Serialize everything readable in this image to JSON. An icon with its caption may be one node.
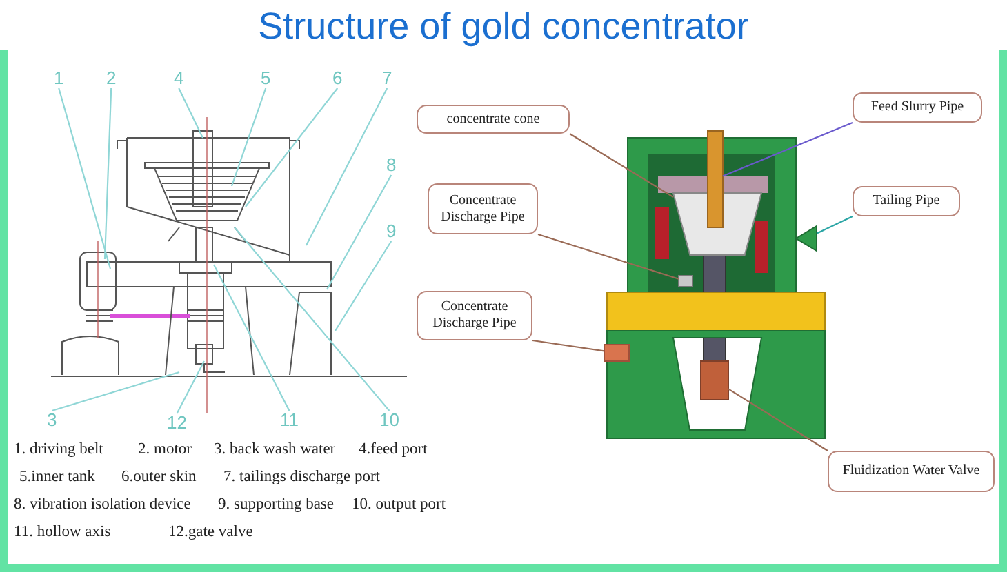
{
  "diagram": {
    "title": "Structure of gold concentrator",
    "nodes": [
      {
        "text": [
          "1"
        ]
      },
      {
        "text": [
          "2"
        ]
      },
      {
        "text": [
          "4"
        ]
      },
      {
        "text": [
          "5"
        ]
      },
      {
        "text": [
          "6"
        ]
      },
      {
        "text": [
          "7"
        ]
      },
      {
        "text": [
          "8"
        ]
      },
      {
        "text": [
          "9"
        ]
      },
      {
        "text": [
          "3"
        ]
      },
      {
        "text": [
          "12"
        ]
      },
      {
        "text": [
          "11"
        ]
      },
      {
        "text": [
          "10"
        ]
      },
      {
        "text": [
          "concentrate cone"
        ]
      },
      {
        "text": [
          "Feed Slurry Pipe"
        ]
      },
      {
        "text": [
          "Concentrate Discharge Pipe"
        ]
      },
      {
        "text": [
          "Tailing Pipe"
        ]
      },
      {
        "text": [
          "Concentrate Discharge Pipe"
        ]
      },
      {
        "text": [
          "Fluidization Water Valve"
        ]
      },
      {
        "text": [],
        "shape": "trapezoid"
      },
      {
        "text": [],
        "shape": "box"
      },
      {
        "text": [],
        "shape": "box"
      },
      {
        "text": [],
        "shape": "triangle"
      },
      {
        "text": [],
        "shape": "box"
      },
      {
        "text": [],
        "shape": "box"
      }
    ],
    "edges": [
      {
        "from": 0,
        "to": null,
        "arrow": "none"
      },
      {
        "from": 1,
        "to": null,
        "arrow": "none"
      },
      {
        "from": 2,
        "to": null,
        "arrow": "none"
      },
      {
        "from": 3,
        "to": null,
        "arrow": "none"
      },
      {
        "from": 4,
        "to": null,
        "arrow": "none"
      },
      {
        "from": 5,
        "to": null,
        "arrow": "none"
      },
      {
        "from": 6,
        "to": null,
        "arrow": "none"
      },
      {
        "from": 7,
        "to": null,
        "arrow": "none"
      },
      {
        "from": 8,
        "to": null,
        "arrow": "none"
      },
      {
        "from": 9,
        "to": null,
        "arrow": "none"
      },
      {
        "from": 10,
        "to": null,
        "arrow": "none"
      },
      {
        "from": 11,
        "to": null,
        "arrow": "none"
      },
      {
        "from": 12,
        "to": 18,
        "arrow": "none",
        "color": "#9a6a55"
      },
      {
        "from": 13,
        "to": 19,
        "arrow": "none",
        "color": "#6a5acd"
      },
      {
        "from": 14,
        "to": 20,
        "arrow": "none",
        "color": "#9a6a55"
      },
      {
        "from": 15,
        "to": 21,
        "arrow": "none",
        "color": "#2aa5a5"
      },
      {
        "from": 16,
        "to": 22,
        "arrow": "none",
        "color": "#9a6a55"
      },
      {
        "from": 17,
        "to": 23,
        "arrow": "none",
        "color": "#9a6a55"
      }
    ],
    "labels": [
      "1. driving belt",
      "2. motor",
      "3. back wash water",
      "4.feed port",
      "5.inner tank",
      "6.outer skin",
      "7. tailings discharge port",
      "8. vibration isolation device",
      "9. supporting base",
      "10. output port",
      "11. hollow axis",
      "12.gate valve"
    ]
  }
}
